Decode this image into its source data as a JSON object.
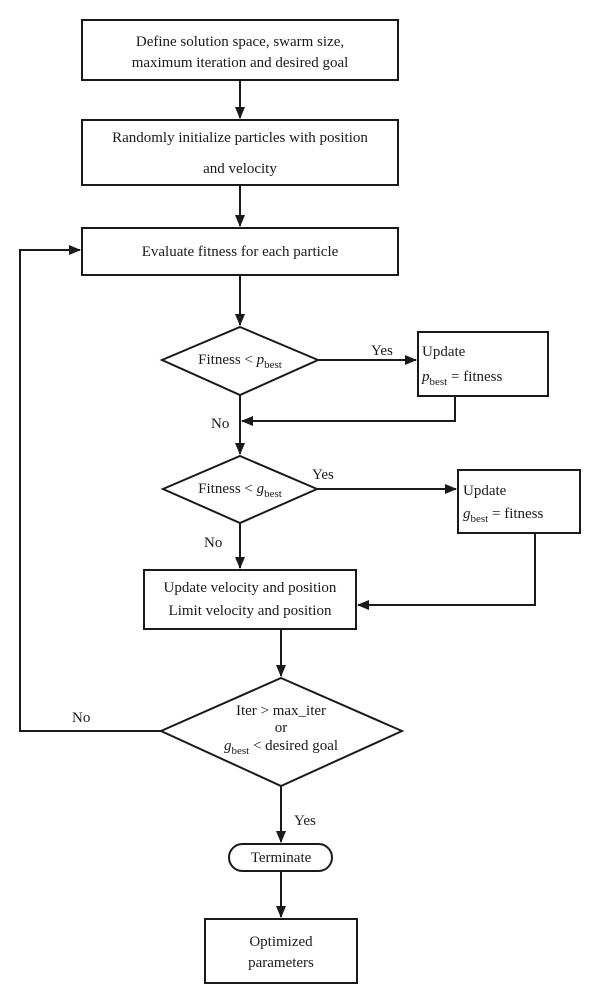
{
  "diagram": {
    "nodes": {
      "define": {
        "lines": [
          "Define solution space, swarm size,",
          "maximum iteration and desired goal"
        ]
      },
      "init": {
        "lines": [
          "Randomly initialize particles with position",
          "and velocity"
        ]
      },
      "evaluate": {
        "text": "Evaluate fitness for each particle"
      },
      "pbest_check": {
        "prefix": "Fitness < ",
        "var": "p",
        "sub": "best"
      },
      "pbest_update": {
        "title": "Update",
        "var": "p",
        "sub": "best",
        "suffix": " = fitness"
      },
      "gbest_check": {
        "prefix": "Fitness < ",
        "var": "g",
        "sub": "best"
      },
      "gbest_update": {
        "title": "Update",
        "var": "g",
        "sub": "best",
        "suffix": " = fitness"
      },
      "update_vel": {
        "lines": [
          "Update velocity and position",
          "Limit velocity and position"
        ]
      },
      "stop_check": {
        "line1": "Iter > max_iter",
        "line2": "or",
        "var": "g",
        "sub": "best",
        "suffix": " < desired goal"
      },
      "terminate": {
        "text": "Terminate"
      },
      "optimized": {
        "lines": [
          "Optimized",
          "parameters"
        ]
      }
    },
    "edge_labels": {
      "pbest_yes": "Yes",
      "pbest_no": "No",
      "gbest_yes": "Yes",
      "gbest_no": "No",
      "loop_no": "No",
      "stop_yes": "Yes"
    }
  }
}
